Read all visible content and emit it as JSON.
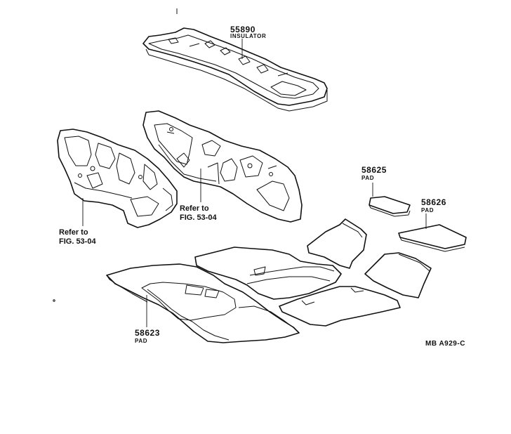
{
  "labels": {
    "insulator_number": "55890",
    "insulator_name": "INSULATOR",
    "pad_58625_number": "58625",
    "pad_58625_name": "PAD",
    "pad_58626_number": "58626",
    "pad_58626_name": "PAD",
    "pad_58623_number": "58623",
    "pad_58623_name": "PAD",
    "refer_right_line1": "Refer to",
    "refer_right_line2": "FIG. 53-04",
    "refer_left_line1": "Refer to",
    "refer_left_line2": "FIG. 53-04",
    "drawing_code": "MB A929-C"
  }
}
